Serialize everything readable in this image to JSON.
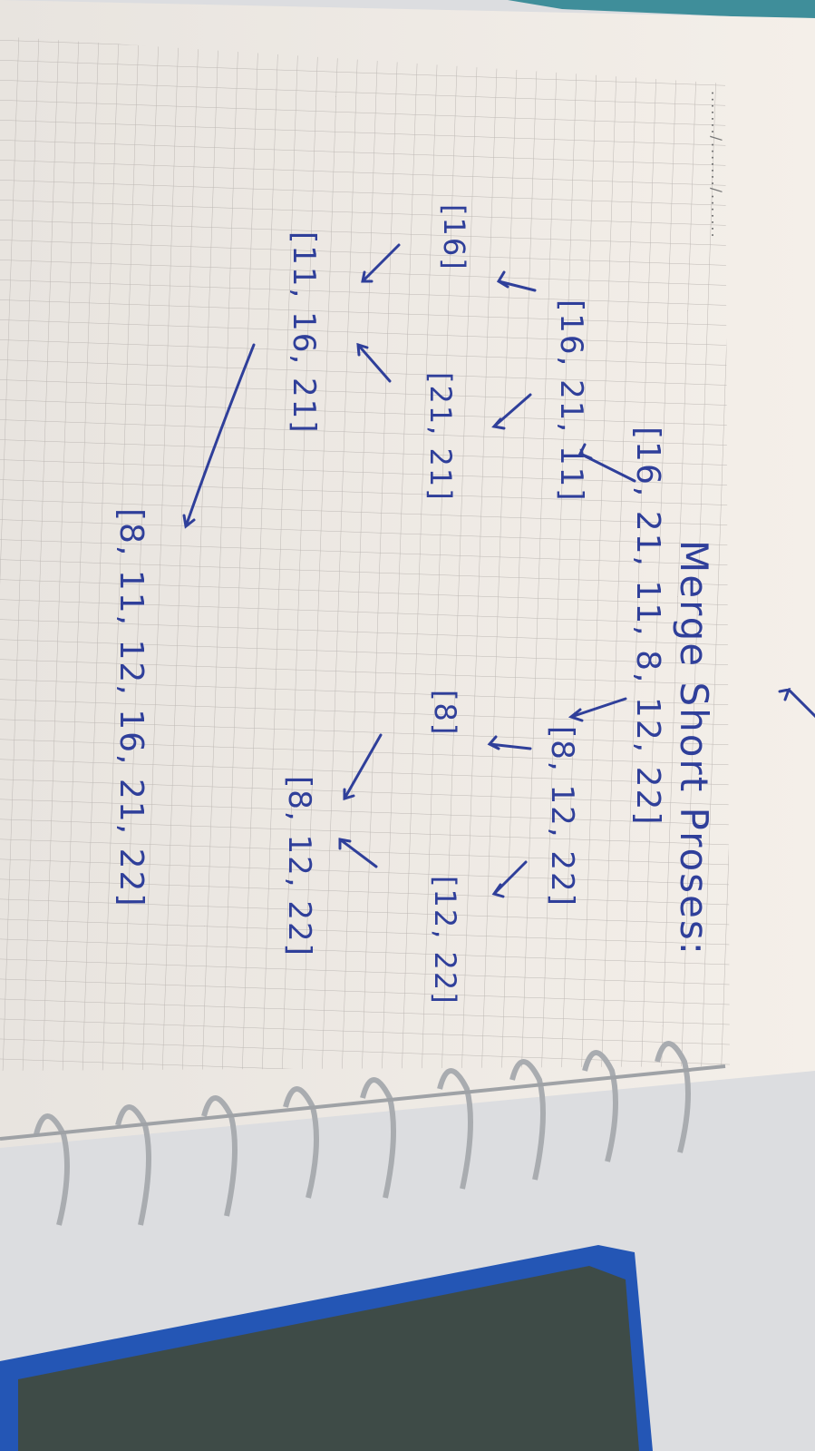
{
  "notebook": {
    "date_line": "......./......./.......",
    "title": "Merge Short Proses:",
    "top_list": "[16, 21, 11, 8, 12, 22]",
    "left_split": "[16, 21, 11]",
    "right_split": "[8, 12, 22]",
    "left_left": "[16]",
    "left_right": "[21, 21]",
    "right_left": "[8]",
    "right_right": "[12, 22]",
    "left_merged": "[11, 16, 21]",
    "right_merged": "[8, 12, 22]",
    "final": "[8, 11, 12, 16, 21, 22]"
  },
  "colors": {
    "ink": "#2f3f9a",
    "paper": "#f1ece7",
    "grid": "#b9b5b2",
    "tablet_frame": "#2456b5",
    "tablet_body": "#3d4a46"
  }
}
